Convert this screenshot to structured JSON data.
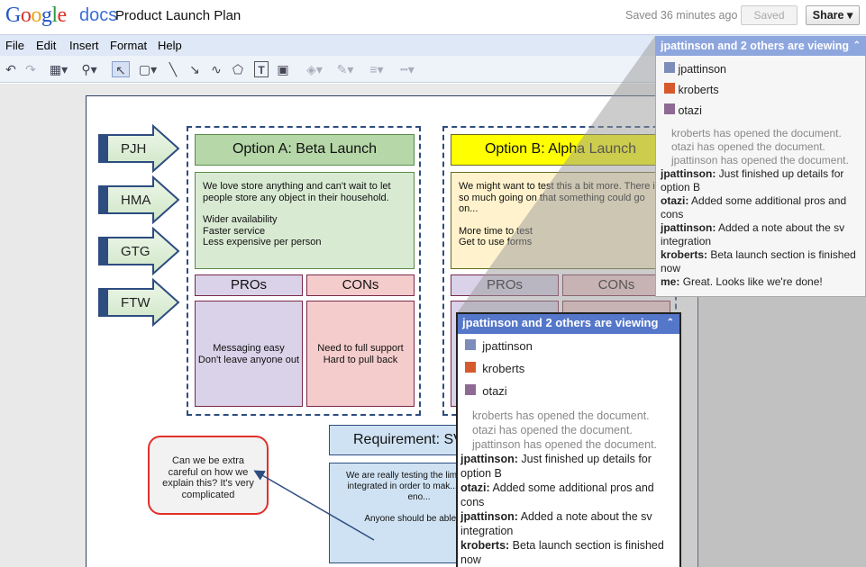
{
  "app": {
    "logo_google": "Google",
    "logo_docs": "docs",
    "doc_title": "Product Launch Plan",
    "saved_status": "Saved 36 minutes ago",
    "saved_btn": "Saved",
    "share_btn": "Share ▾"
  },
  "menu": [
    "File",
    "Edit",
    "Insert",
    "Format",
    "Help"
  ],
  "toolbar_icons": [
    "undo-icon",
    "redo-icon",
    "image-insert-icon",
    "zoom-icon",
    "select-icon",
    "shape-icon",
    "line-icon",
    "arrow-icon",
    "polyline-icon",
    "polygon-icon",
    "text-icon",
    "picture-icon",
    "fill-color-icon",
    "line-color-icon",
    "line-weight-icon",
    "line-dash-icon"
  ],
  "diagram": {
    "tabs": [
      "PJH",
      "HMA",
      "GTG",
      "FTW"
    ],
    "option_a": {
      "title": "Option A: Beta Launch",
      "desc": "We love store anything and can't wait to let people store any object in their household.",
      "bullets": [
        "Wider availability",
        "Faster service",
        "Less expensive per person"
      ],
      "pros_label": "PROs",
      "cons_label": "CONs",
      "pros": [
        "Messaging easy",
        "Don't leave anyone out"
      ],
      "cons": [
        "Need to full support",
        "Hard to pull back"
      ]
    },
    "option_b": {
      "title": "Option B: Alpha Launch",
      "desc": "We might want to test this a bit more.  There is so much going on that something could go on...",
      "bullets": [
        "More time to test",
        "Get to use forms"
      ],
      "pros_label": "PROs",
      "cons_label": "CONs"
    },
    "comment": "Can we be extra careful on how we explain this?  It's very complicated",
    "requirement": {
      "title": "Requirement: SV",
      "text": "We are really testing the limits... fully integrated in order to mak... efficient eno...",
      "text2": "Anyone should be able to..."
    }
  },
  "chat": {
    "header": "jpattinson and 2 others are viewing",
    "viewers": [
      {
        "name": "jpattinson",
        "color": "#7b8db8"
      },
      {
        "name": "kroberts",
        "color": "#d65b2c"
      },
      {
        "name": "otazi",
        "color": "#8e6a94"
      }
    ],
    "system": [
      "kroberts has opened the document.",
      "otazi has opened the document.",
      "jpattinson has opened the document."
    ],
    "messages": [
      {
        "user": "jpattinson:",
        "text": "Just finished up details for option B"
      },
      {
        "user": "otazi:",
        "text": "Added some additional pros and cons"
      },
      {
        "user": "jpattinson:",
        "text": "Added a note about the sv integration"
      },
      {
        "user": "kroberts:",
        "text": "Beta launch section is finished now"
      },
      {
        "user": "me:",
        "text": "Great. Looks like we're done!"
      }
    ]
  },
  "colors": {
    "accent": "#5577c9",
    "green_fill": "#d9ead3",
    "yellow_fill": "#ffff00",
    "purple_fill": "#d9d2e9",
    "red_fill": "#f4cccc",
    "blue_fill": "#cfe2f3"
  }
}
